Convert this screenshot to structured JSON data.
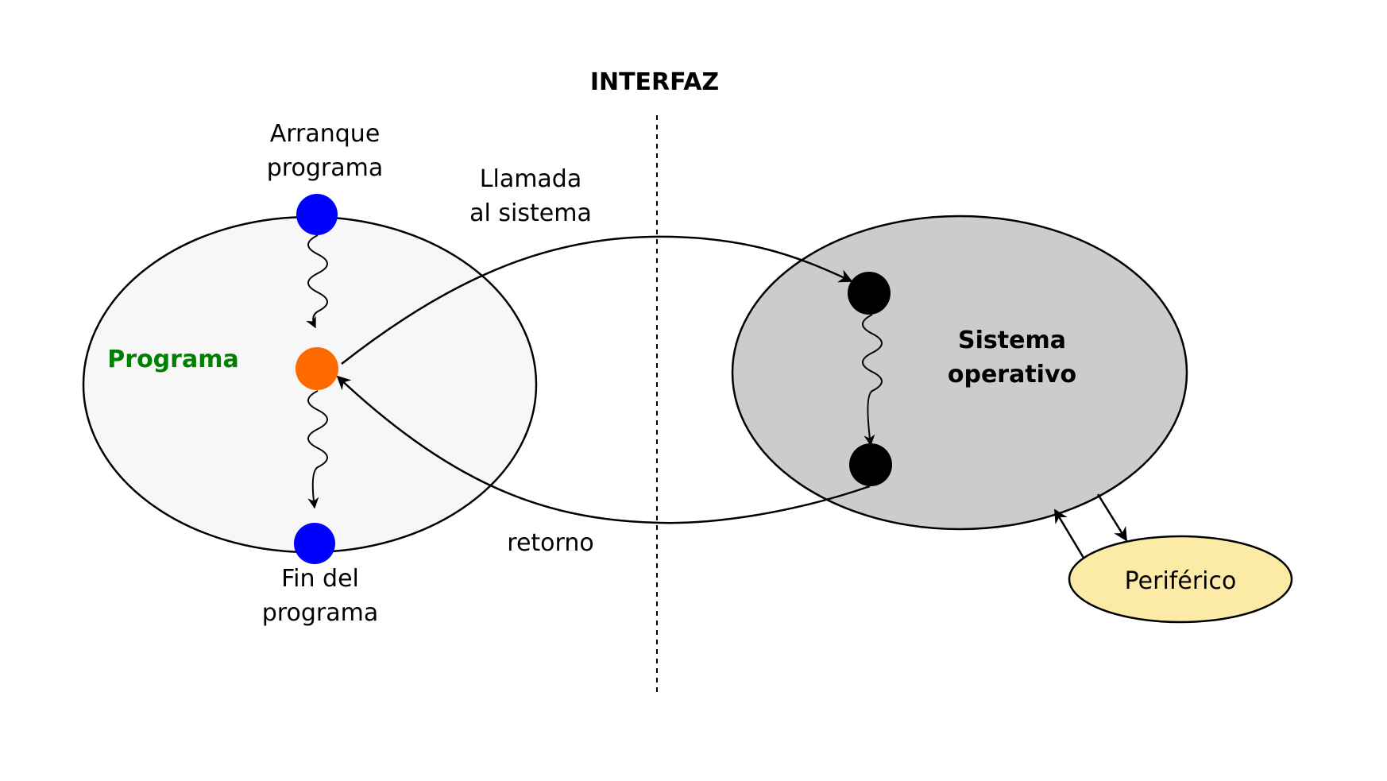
{
  "labels": {
    "interface": "INTERFAZ",
    "start_line1": "Arranque",
    "start_line2": "programa",
    "call_line1": "Llamada",
    "call_line2": "al sistema",
    "program": "Programa",
    "os_line1": "Sistema",
    "os_line2": "operativo",
    "return": "retorno",
    "end_line1": "Fin del",
    "end_line2": "programa",
    "peripheral": "Periférico"
  },
  "colors": {
    "program_fill": "#f7f7f7",
    "os_fill": "#cccccc",
    "peripheral_fill": "#fbeba6",
    "start_end_node": "#0000ff",
    "syscall_node": "#ff6a00",
    "os_node": "#000000",
    "program_label": "#008000",
    "stroke": "#000000"
  }
}
